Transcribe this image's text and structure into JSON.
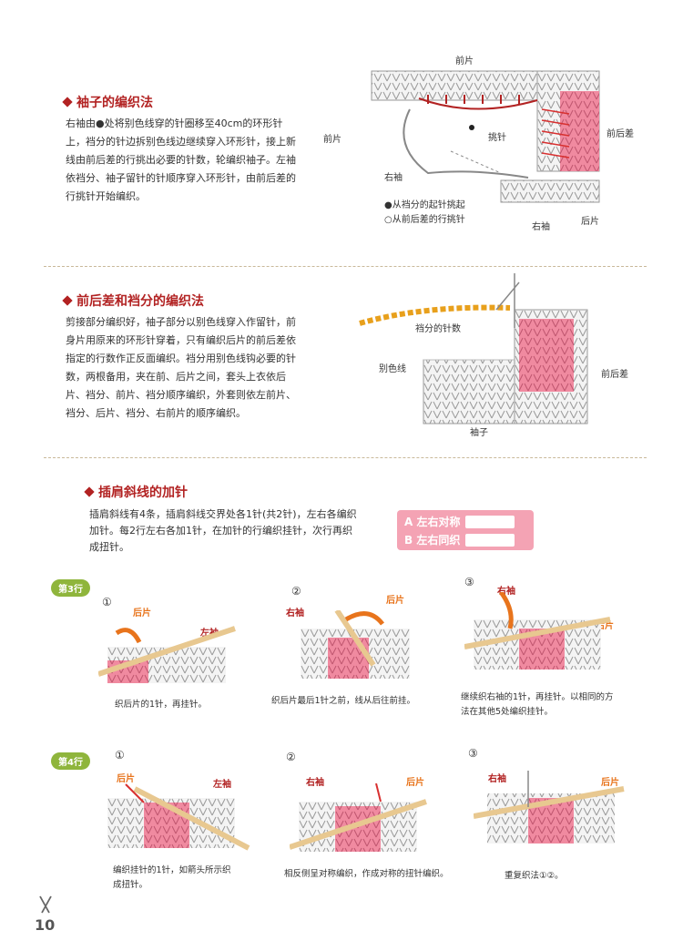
{
  "section1": {
    "title": "袖子的编织法",
    "body": [
      "右袖由●处将别色线穿的针圈移至40cm的环形针",
      "上，裆分的针边拆别色线边继续穿入环形针，接上新",
      "线由前后差的行挑出必要的针数，轮编织袖子。左袖",
      "依裆分、袖子留针的针顺序穿入环形针，由前后差的",
      "行挑针开始编织。"
    ],
    "labels": {
      "qianpian_top": "前片",
      "qianpian_left": "前片",
      "tiaozhen": "挑针",
      "qianhoucha": "前后差",
      "youxiu": "右袖",
      "youxiu2": "右袖",
      "houpian": "后片"
    },
    "notes": [
      "●从裆分的起针挑起",
      "○从前后差的行挑针"
    ]
  },
  "section2": {
    "title": "前后差和裆分的编织法",
    "body": [
      "剪接部分编织好，袖子部分以别色线穿入作留针，前",
      "身片用原来的环形针穿着，只有编织后片的前后差依",
      "指定的行数作正反面编织。裆分用别色线钩必要的针",
      "数，两根备用，夹在前、后片之间，套头上衣依后",
      "片、裆分、前片、裆分顺序编织，外套则依左前片、",
      "裆分、后片、裆分、右前片的顺序编织。"
    ],
    "labels": {
      "dangfen": "裆分的针数",
      "biesexian": "别色线",
      "qianhoucha": "前后差",
      "xiuzi": "袖子"
    }
  },
  "section3": {
    "title": "插肩斜线的加针",
    "body": [
      "插肩斜线有4条，插肩斜线交界处各1针(共2针)，左右各编织",
      "加针。每2行左右各加1针，在加针的行编织挂针，次行再织",
      "成扭针。"
    ],
    "legend": [
      {
        "label": "A 左右对称"
      },
      {
        "label": "B 左右同织"
      }
    ]
  },
  "row3": {
    "badge": "第3行",
    "steps": [
      {
        "num": "①",
        "labels": [
          "后片",
          "左袖"
        ],
        "caption": [
          "织后片的1针，再挂针。"
        ]
      },
      {
        "num": "②",
        "labels": [
          "右袖",
          "后片"
        ],
        "caption": [
          "织后片最后1针之前，线从后往前挂。"
        ]
      },
      {
        "num": "③",
        "labels": [
          "右袖",
          "后片"
        ],
        "caption": [
          "继续织右袖的1针，再挂针。以相同的方",
          "法在其他5处编织挂针。"
        ]
      }
    ]
  },
  "row4": {
    "badge": "第4行",
    "steps": [
      {
        "num": "①",
        "labels": [
          "后片",
          "左袖"
        ],
        "caption": [
          "编织挂针的1针，如箭头所示织",
          "成扭针。"
        ]
      },
      {
        "num": "②",
        "labels": [
          "右袖",
          "后片"
        ],
        "caption": [
          "相反侧呈对称编织，作成对称的扭针编织。"
        ]
      },
      {
        "num": "③",
        "labels": [
          "右袖",
          "后片"
        ],
        "caption": [
          "重复织法①②。"
        ]
      }
    ]
  },
  "page_number": "10",
  "colors": {
    "title_red": "#b22222",
    "accent_orange": "#e8741c",
    "knit_pink": "#f08aa0",
    "badge_green": "#8fb53c"
  }
}
